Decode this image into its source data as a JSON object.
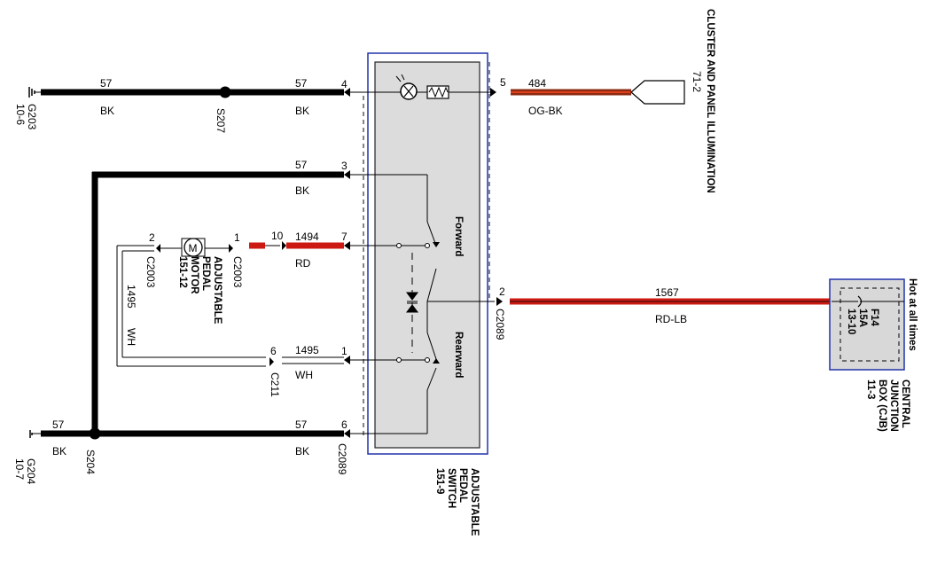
{
  "colors": {
    "wire_black": "#000000",
    "wire_red": "#cc1a12",
    "wire_og": "#8b2a10",
    "module_fill": "#dcdcdc",
    "module_border": "#2233aa"
  },
  "wires": {
    "w57": "57",
    "bk": "BK",
    "w484": "484",
    "ogbk": "OG-BK",
    "w1494": "1494",
    "rd": "RD",
    "w1495": "1495",
    "wh": "WH",
    "w1567": "1567",
    "rdlb": "RD-LB",
    "w10": "10"
  },
  "grounds": {
    "g203": "G203",
    "g203_ref": "10-6",
    "g204": "G204",
    "g204_ref": "10-7"
  },
  "splices": {
    "s207": "S207",
    "s204": "S204"
  },
  "connectors": {
    "c2003": "C2003",
    "c211": "C211",
    "c2089": "C2089"
  },
  "pins": {
    "p1": "1",
    "p2": "2",
    "p3": "3",
    "p4": "4",
    "p5": "5",
    "p6": "6",
    "p7": "7"
  },
  "components": {
    "switch_labels": [
      "ADJUSTABLE",
      "PEDAL",
      "SWITCH",
      "151-9"
    ],
    "motor_labels": [
      "ADJUSTABLE",
      "PEDAL",
      "MOTOR",
      "151-12"
    ],
    "motor_symbol": "M",
    "cluster": "CLUSTER AND PANEL ILLUMINATION",
    "cluster_ref": "71-2",
    "forward": "Forward",
    "rearward": "Rearward",
    "hot": "Hot at all times",
    "fuse_labels": [
      "F14",
      "15A",
      "13-10"
    ],
    "cjb_labels": [
      "CENTRAL",
      "JUNCTION",
      "BOX (CJB)",
      "11-3"
    ]
  }
}
